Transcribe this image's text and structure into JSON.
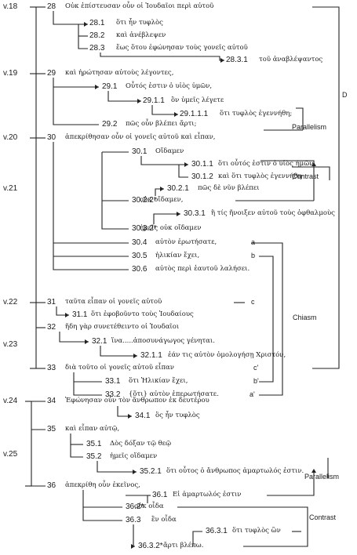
{
  "verses": {
    "v18": "v.18",
    "v19": "v.19",
    "v20": "v.20",
    "v21": "v.21",
    "v22": "v.22",
    "v23": "v.23",
    "v24": "v.24",
    "v25": "v.25"
  },
  "nodes": [
    {
      "id": "28",
      "num": "28",
      "text": "Οὐκ ἐπίστευσαν οὖν οἱ Ἰουδαῖοι περὶ αὐτοῦ"
    },
    {
      "id": "28.1",
      "num": "28.1",
      "text": "ὅτι ἦν τυφλὸς"
    },
    {
      "id": "28.2",
      "num": "28.2",
      "text": "καὶ ἀνέβλεψεν"
    },
    {
      "id": "28.3",
      "num": "28.3",
      "text": "ἕως ὅτου ἐφώνησαν τοὺς γονεῖς αὐτοῦ"
    },
    {
      "id": "28.3.1",
      "num": "28.3.1",
      "text": "τοῦ ἀναβλέψαντος"
    },
    {
      "id": "29",
      "num": "29",
      "text": "καὶ ἠρώτησαν αὐτοὺς λέγοντες,"
    },
    {
      "id": "29.1",
      "num": "29.1",
      "text": "Οὗτός ἐστιν ὁ υἱὸς ὑμῶν,"
    },
    {
      "id": "29.1.1",
      "num": "29.1.1",
      "text": "ὃν ὑμεῖς λέγετε"
    },
    {
      "id": "29.1.1.1",
      "num": "29.1.1.1",
      "text": "ὅτι τυφλὸς ἐγεννήθη;"
    },
    {
      "id": "29.2",
      "num": "29.2",
      "text": "πῶς οὖν βλέπει ἄρτι;"
    },
    {
      "id": "30",
      "num": "30",
      "text": "ἀπεκρίθησαν οὖν οἱ γονεῖς αὐτοῦ καὶ εἶπαν,"
    },
    {
      "id": "30.1",
      "num": "30.1",
      "text": "Οἴδαμεν"
    },
    {
      "id": "30.1.1",
      "num": "30.1.1",
      "text": "ὅτι οὗτός ἐστιν ὁ υἱὸς ἡμῶν"
    },
    {
      "id": "30.1.2",
      "num": "30.1.2",
      "text": "καὶ ὅτι τυφλὸς ἐγεννήθη·"
    },
    {
      "id": "30.2.1",
      "num": "30.2.1",
      "text": "πῶς δὲ νῦν βλέπει"
    },
    {
      "id": "30.2.2",
      "num": "30.2.2*",
      "text": "οὐκ οἴδαμεν,"
    },
    {
      "id": "30.3.1",
      "num": "30.3.1",
      "text": "ἢ τίς ἤνοιξεν αὐτοῦ τοὺς ὀφθαλμοὺς"
    },
    {
      "id": "30.3.2",
      "num": "30.3.2*",
      "text": "ἡμεῖς οὐκ οἴδαμεν"
    },
    {
      "id": "30.4",
      "num": "30.4",
      "text": "αὐτὸν ἐρωτήσατε,"
    },
    {
      "id": "30.5",
      "num": "30.5",
      "text": "ἡλικίαν ἔχει,"
    },
    {
      "id": "30.6",
      "num": "30.6",
      "text": "αὐτὸς περὶ ἑαυτοῦ λαλήσει."
    },
    {
      "id": "31",
      "num": "31",
      "text": "ταῦτα εἶπαν οἱ γονεῖς αὐτοῦ"
    },
    {
      "id": "31.1",
      "num": "31.1",
      "text": "ὅτι ἐφοβοῦντο τοὺς Ἰουδαίους"
    },
    {
      "id": "32",
      "num": "32",
      "text": "ἤδη γὰρ συνετέθειντο οἱ Ἰουδαῖοι"
    },
    {
      "id": "32.1",
      "num": "32.1",
      "text": "ἵνα.....ἀποσυνάγωγος γένηται."
    },
    {
      "id": "32.1.1",
      "num": "32.1.1",
      "text": "ἐάν τις αὐτὸν ὁμολογήσῃ Χριστόν,"
    },
    {
      "id": "33",
      "num": "33",
      "text": "διὰ τοῦτο οἱ γονεῖς αὐτοῦ εἶπαν"
    },
    {
      "id": "33.1",
      "num": "33.1",
      "text": "ὅτι Ἡλικίαν ἔχει,"
    },
    {
      "id": "33.2",
      "num": "33.2",
      "text": "{ὅτι} αὐτὸν ἐπερωτήσατε."
    },
    {
      "id": "34",
      "num": "34",
      "text": "Ἐφώνησαν οὖν τὸν ἄνθρωπον ἐκ δευτέρου"
    },
    {
      "id": "34.1",
      "num": "34.1",
      "text": "ὃς ἦν τυφλὸς"
    },
    {
      "id": "35",
      "num": "35",
      "text": "καὶ εἶπαν αὐτῷ,"
    },
    {
      "id": "35.1",
      "num": "35.1",
      "text": "Δὸς δόξαν τῷ θεῷ"
    },
    {
      "id": "35.2",
      "num": "35.2",
      "text": "ἡμεῖς οἴδαμεν"
    },
    {
      "id": "35.2.1",
      "num": "35.2.1",
      "text": "ὅτι οὗτος ὁ ἄνθρωπος ἁμαρτωλός ἐστιν."
    },
    {
      "id": "36",
      "num": "36",
      "text": "ἀπεκρίθη οὖν ἐκεῖνος,"
    },
    {
      "id": "36.1",
      "num": "36.1",
      "text": "Εἰ ἁμαρτωλός ἐστιν"
    },
    {
      "id": "36.2",
      "num": "36.2*",
      "text": "οὐκ οἶδα"
    },
    {
      "id": "36.3",
      "num": "36.3",
      "text": "ἓν οἶδα"
    },
    {
      "id": "36.3.1",
      "num": "36.3.1",
      "text": "ὅτι τυφλὸς ὢν"
    },
    {
      "id": "36.3.2",
      "num": "36.3.2*",
      "text": "ἄρτι βλέπω."
    }
  ],
  "labels": {
    "parallelism_1": "Parallelism",
    "contrast_1": "Contrast",
    "chiasm": "Chiasm",
    "d": "D",
    "parallelism_2": "Parallelism",
    "contrast_2": "Contrast"
  },
  "chiasm_marks": {
    "a": "a",
    "b": "b",
    "c": "c",
    "c2": "c'",
    "b2": "b'",
    "a2": "a'"
  }
}
